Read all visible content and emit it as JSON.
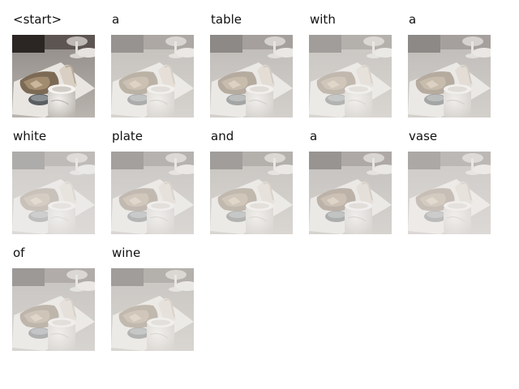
{
  "caption": {
    "words": [
      "<start>",
      "a",
      "table",
      "with",
      "a",
      "white",
      "plate",
      "and",
      "a",
      "vase",
      "of",
      "wine"
    ],
    "attention_fade": [
      0,
      0.55,
      0.5,
      0.6,
      0.5,
      0.68,
      0.62,
      0.6,
      0.56,
      0.66,
      0.58,
      0.6
    ]
  },
  "colors": {
    "background": "#ffffff",
    "text": "#111111"
  }
}
